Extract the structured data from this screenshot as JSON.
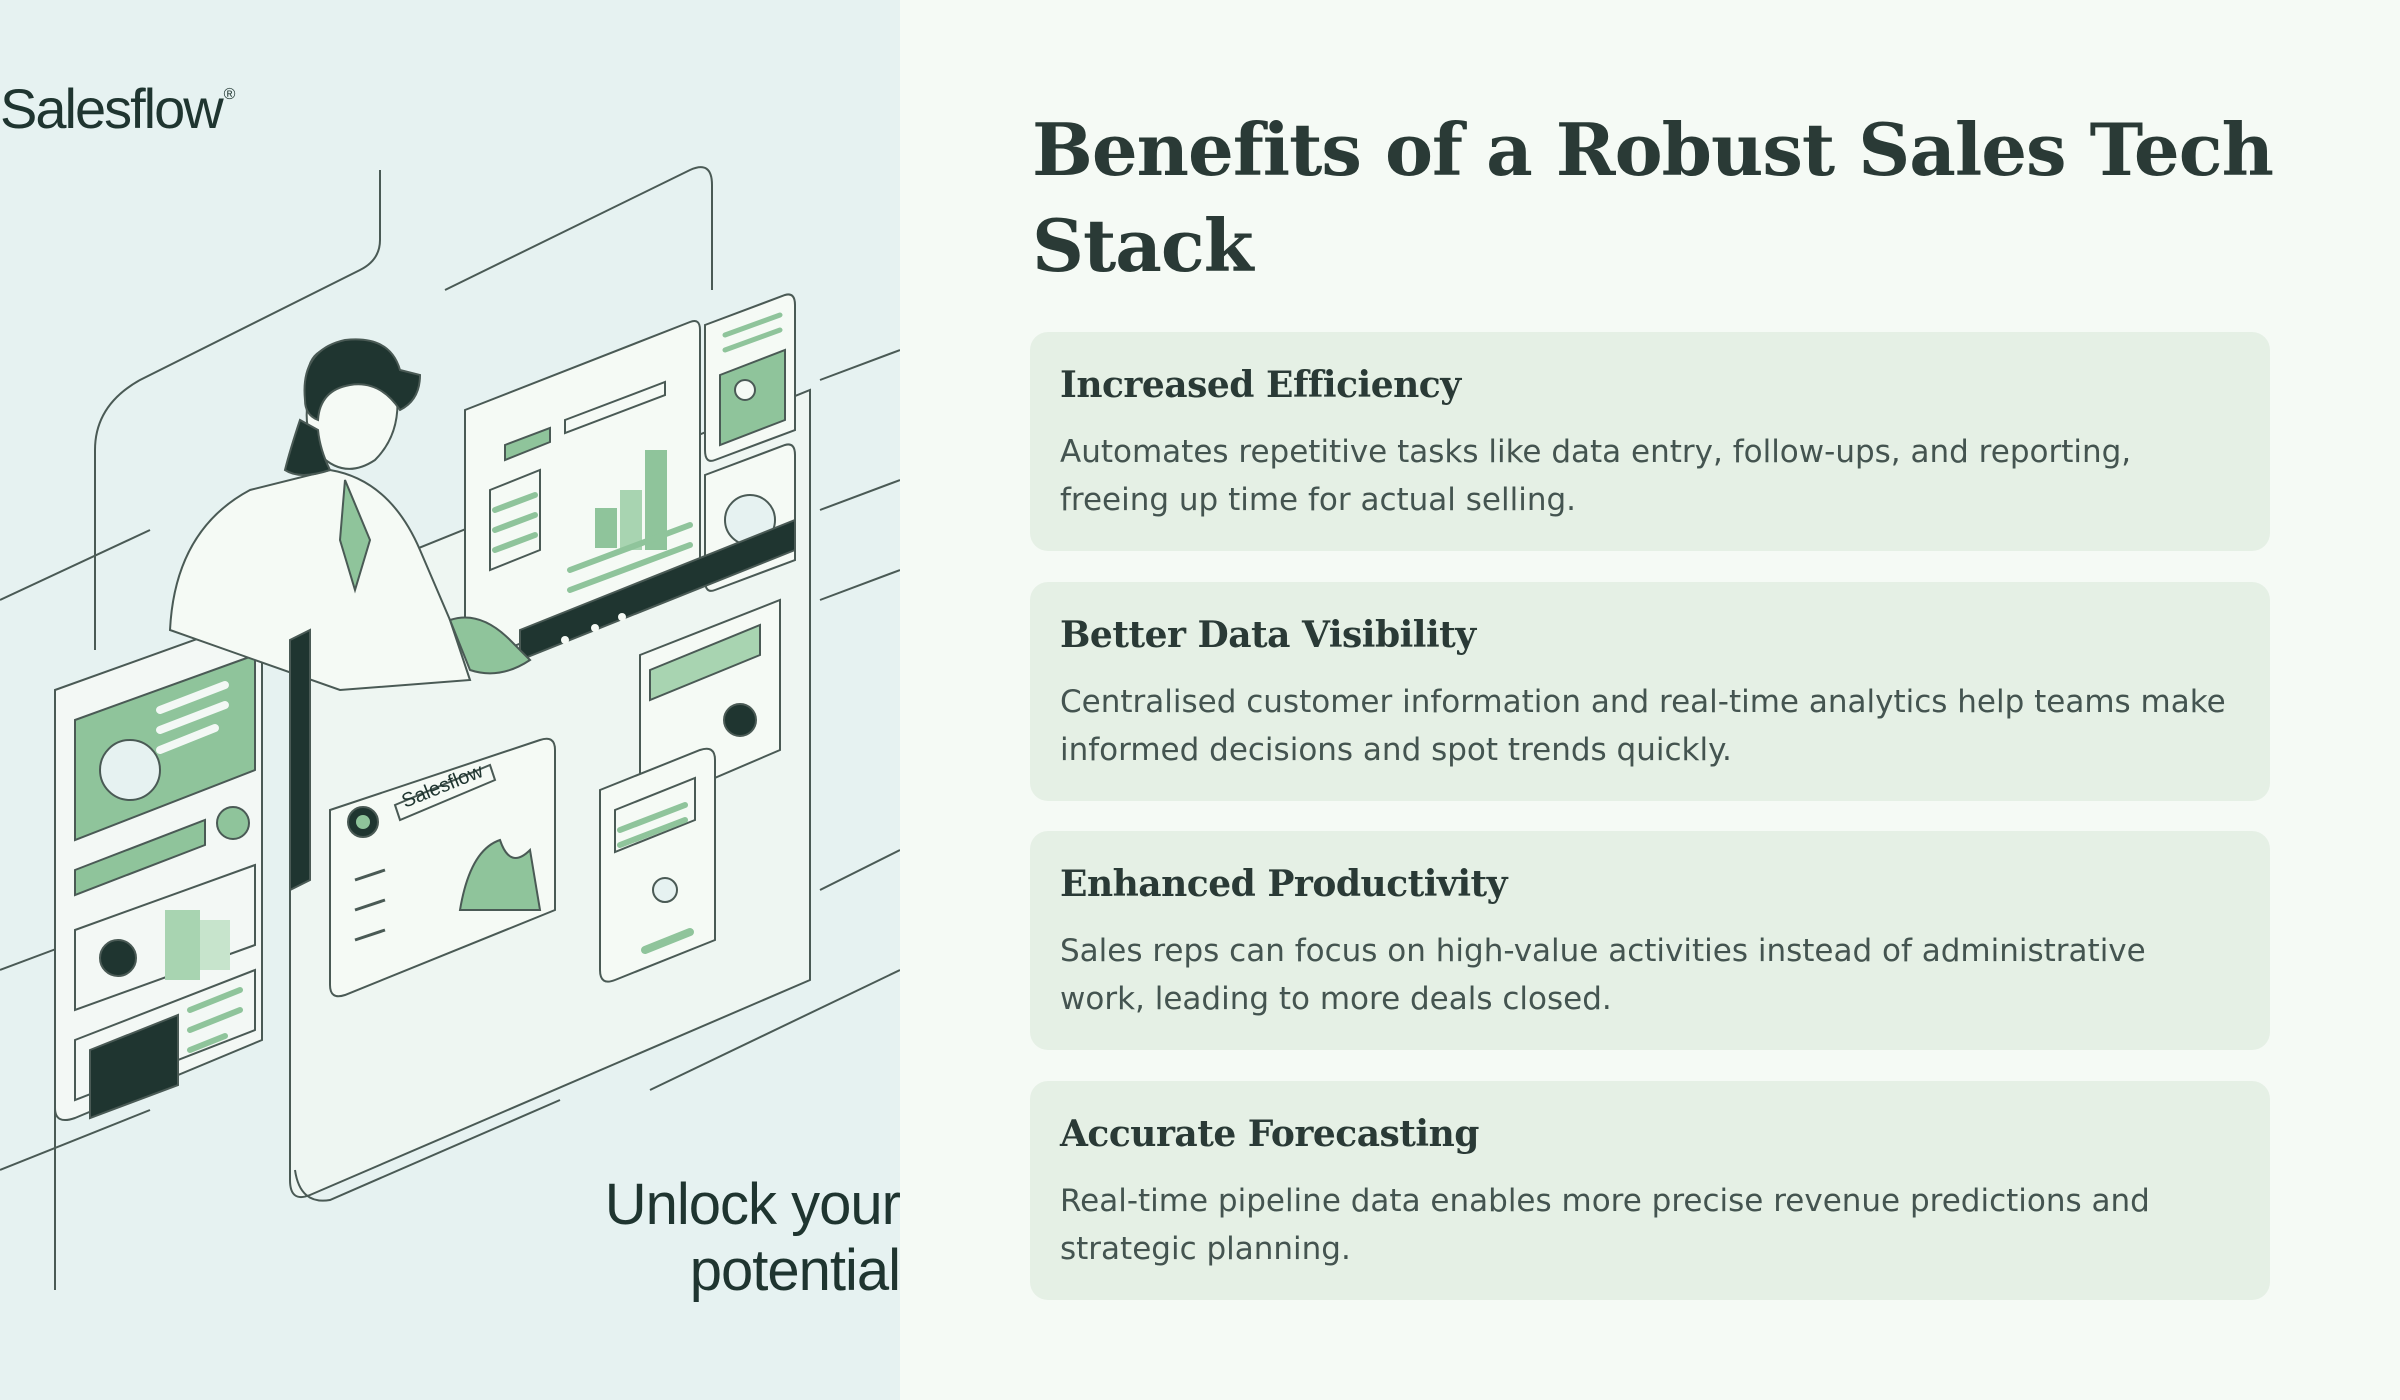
{
  "brand": {
    "name": "Salesflow",
    "mark": "®"
  },
  "tagline": {
    "line1": "Unlock your",
    "line2": "potential"
  },
  "illustration": {
    "screen_label": "Salesflow",
    "icons": [
      "person-icon",
      "dashboard-window-icon",
      "bar-chart-icon",
      "pie-chart-icon",
      "avatar-icon",
      "line-chart-icon",
      "phone-icon"
    ]
  },
  "colors": {
    "left_bg": "#e6f2f1",
    "right_bg": "#f5faf5",
    "card_bg": "#e5f0e5",
    "accent_green": "#8fc49b",
    "dark": "#1f3530"
  },
  "title": "Benefits of a Robust Sales Tech Stack",
  "benefits": [
    {
      "title": "Increased Efficiency",
      "description": "Automates repetitive tasks like data entry, follow-ups, and reporting, freeing up time for actual selling."
    },
    {
      "title": "Better Data Visibility",
      "description": "Centralised customer information and real-time analytics help teams make informed decisions and spot trends quickly."
    },
    {
      "title": "Enhanced Productivity",
      "description": "Sales reps can focus on high-value activities instead of administrative work, leading to more deals closed."
    },
    {
      "title": "Accurate Forecasting",
      "description": "Real-time pipeline data enables more precise revenue predictions and strategic planning."
    }
  ]
}
